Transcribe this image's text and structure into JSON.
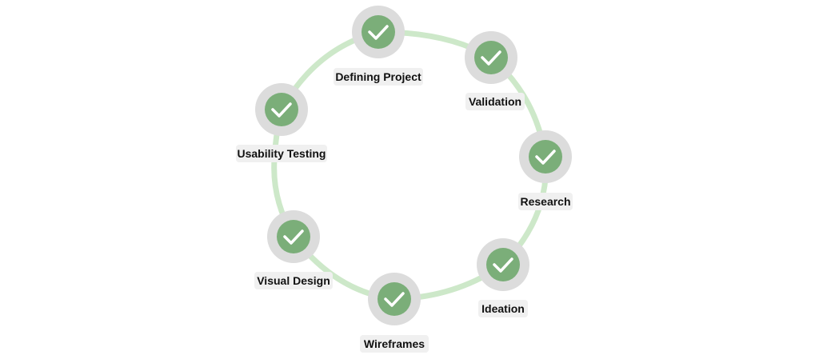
{
  "colors": {
    "ring": "#cde8c9",
    "node_outer": "#dcdcdc",
    "node_inner": "#7bae79",
    "check": "#ffffff",
    "label_bg": "#f0f0f0",
    "label_text": "#111111"
  },
  "steps": [
    {
      "label": "Defining Project",
      "icon": "checkmark-icon",
      "done": true
    },
    {
      "label": "Validation",
      "icon": "checkmark-icon",
      "done": true
    },
    {
      "label": "Research",
      "icon": "checkmark-icon",
      "done": true
    },
    {
      "label": "Ideation",
      "icon": "checkmark-icon",
      "done": true
    },
    {
      "label": "Wireframes",
      "icon": "checkmark-icon",
      "done": true
    },
    {
      "label": "Visual Design",
      "icon": "checkmark-icon",
      "done": true
    },
    {
      "label": "Usability Testing",
      "icon": "checkmark-icon",
      "done": true
    }
  ]
}
